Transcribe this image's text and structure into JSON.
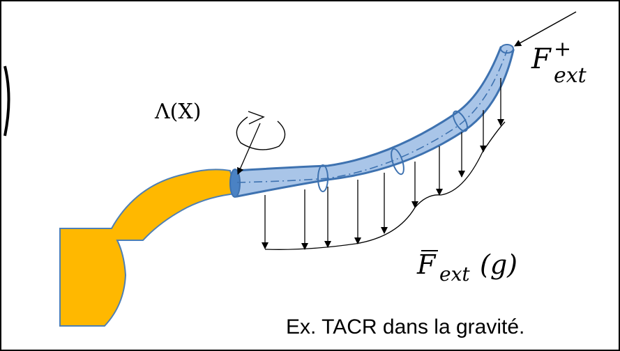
{
  "labels": {
    "lambda": "Λ(X)",
    "f_ext_plus": {
      "base": "F",
      "superscript": "+",
      "subscript": "ext"
    },
    "f_ext_bar": {
      "base": "F",
      "subscript": "ext",
      "argument": "(g)"
    }
  },
  "caption": "Ex. TACR dans la gravité.",
  "colors": {
    "base": "#FFB800",
    "base_stroke": "#4D7FB5",
    "tube": "#A9C5E8",
    "tube_stroke": "#3E72B0",
    "ink": "#000000"
  }
}
